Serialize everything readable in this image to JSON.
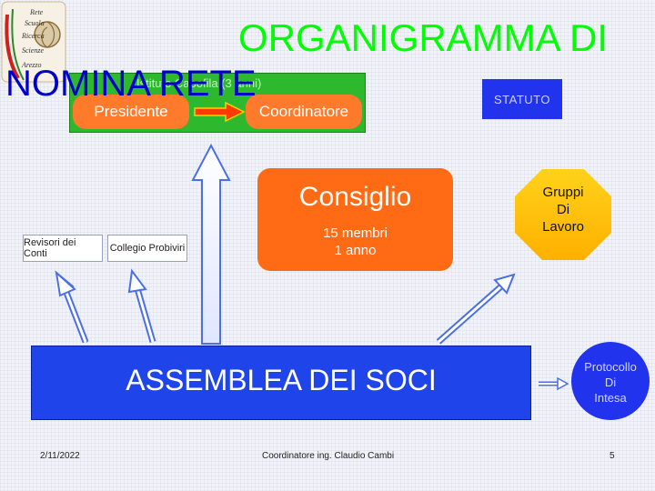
{
  "title": {
    "line1": "ORGANIGRAMMA DI",
    "line2": "NOMINA RETE"
  },
  "logo": {
    "icon": "school-network-logo",
    "lines": [
      "Rete",
      "Scuola",
      "Ricerca",
      "Scienze",
      "Arezzo"
    ]
  },
  "governance": {
    "note": "Istituto Capofila (3 anni)",
    "presidente": "Presidente",
    "coordinatore": "Coordinatore"
  },
  "statuto": "STATUTO",
  "consiglio": {
    "title": "Consiglio",
    "members": "15 membri",
    "duration": "1 anno"
  },
  "gruppi": {
    "line1": "Gruppi",
    "line2": "Di",
    "line3": "Lavoro"
  },
  "revisori": "Revisori dei Conti",
  "probiviri": "Collegio Probiviri",
  "assemblea": "ASSEMBLEA DEI SOCI",
  "protocollo": {
    "line1": "Protocollo",
    "line2": "Di",
    "line3": "Intesa"
  },
  "footer": {
    "date": "2/11/2022",
    "author": "Coordinatore ing. Claudio Cambi",
    "page": "5"
  },
  "colors": {
    "title_green": "#00ff00",
    "title_blue": "#0000cc",
    "orange": "#ff7a2a",
    "assembly_blue": "#1f44ea",
    "arrow_blue": "#4b6fe6",
    "octagon_yellow": "#ffc400",
    "green_box": "#2db82d"
  }
}
